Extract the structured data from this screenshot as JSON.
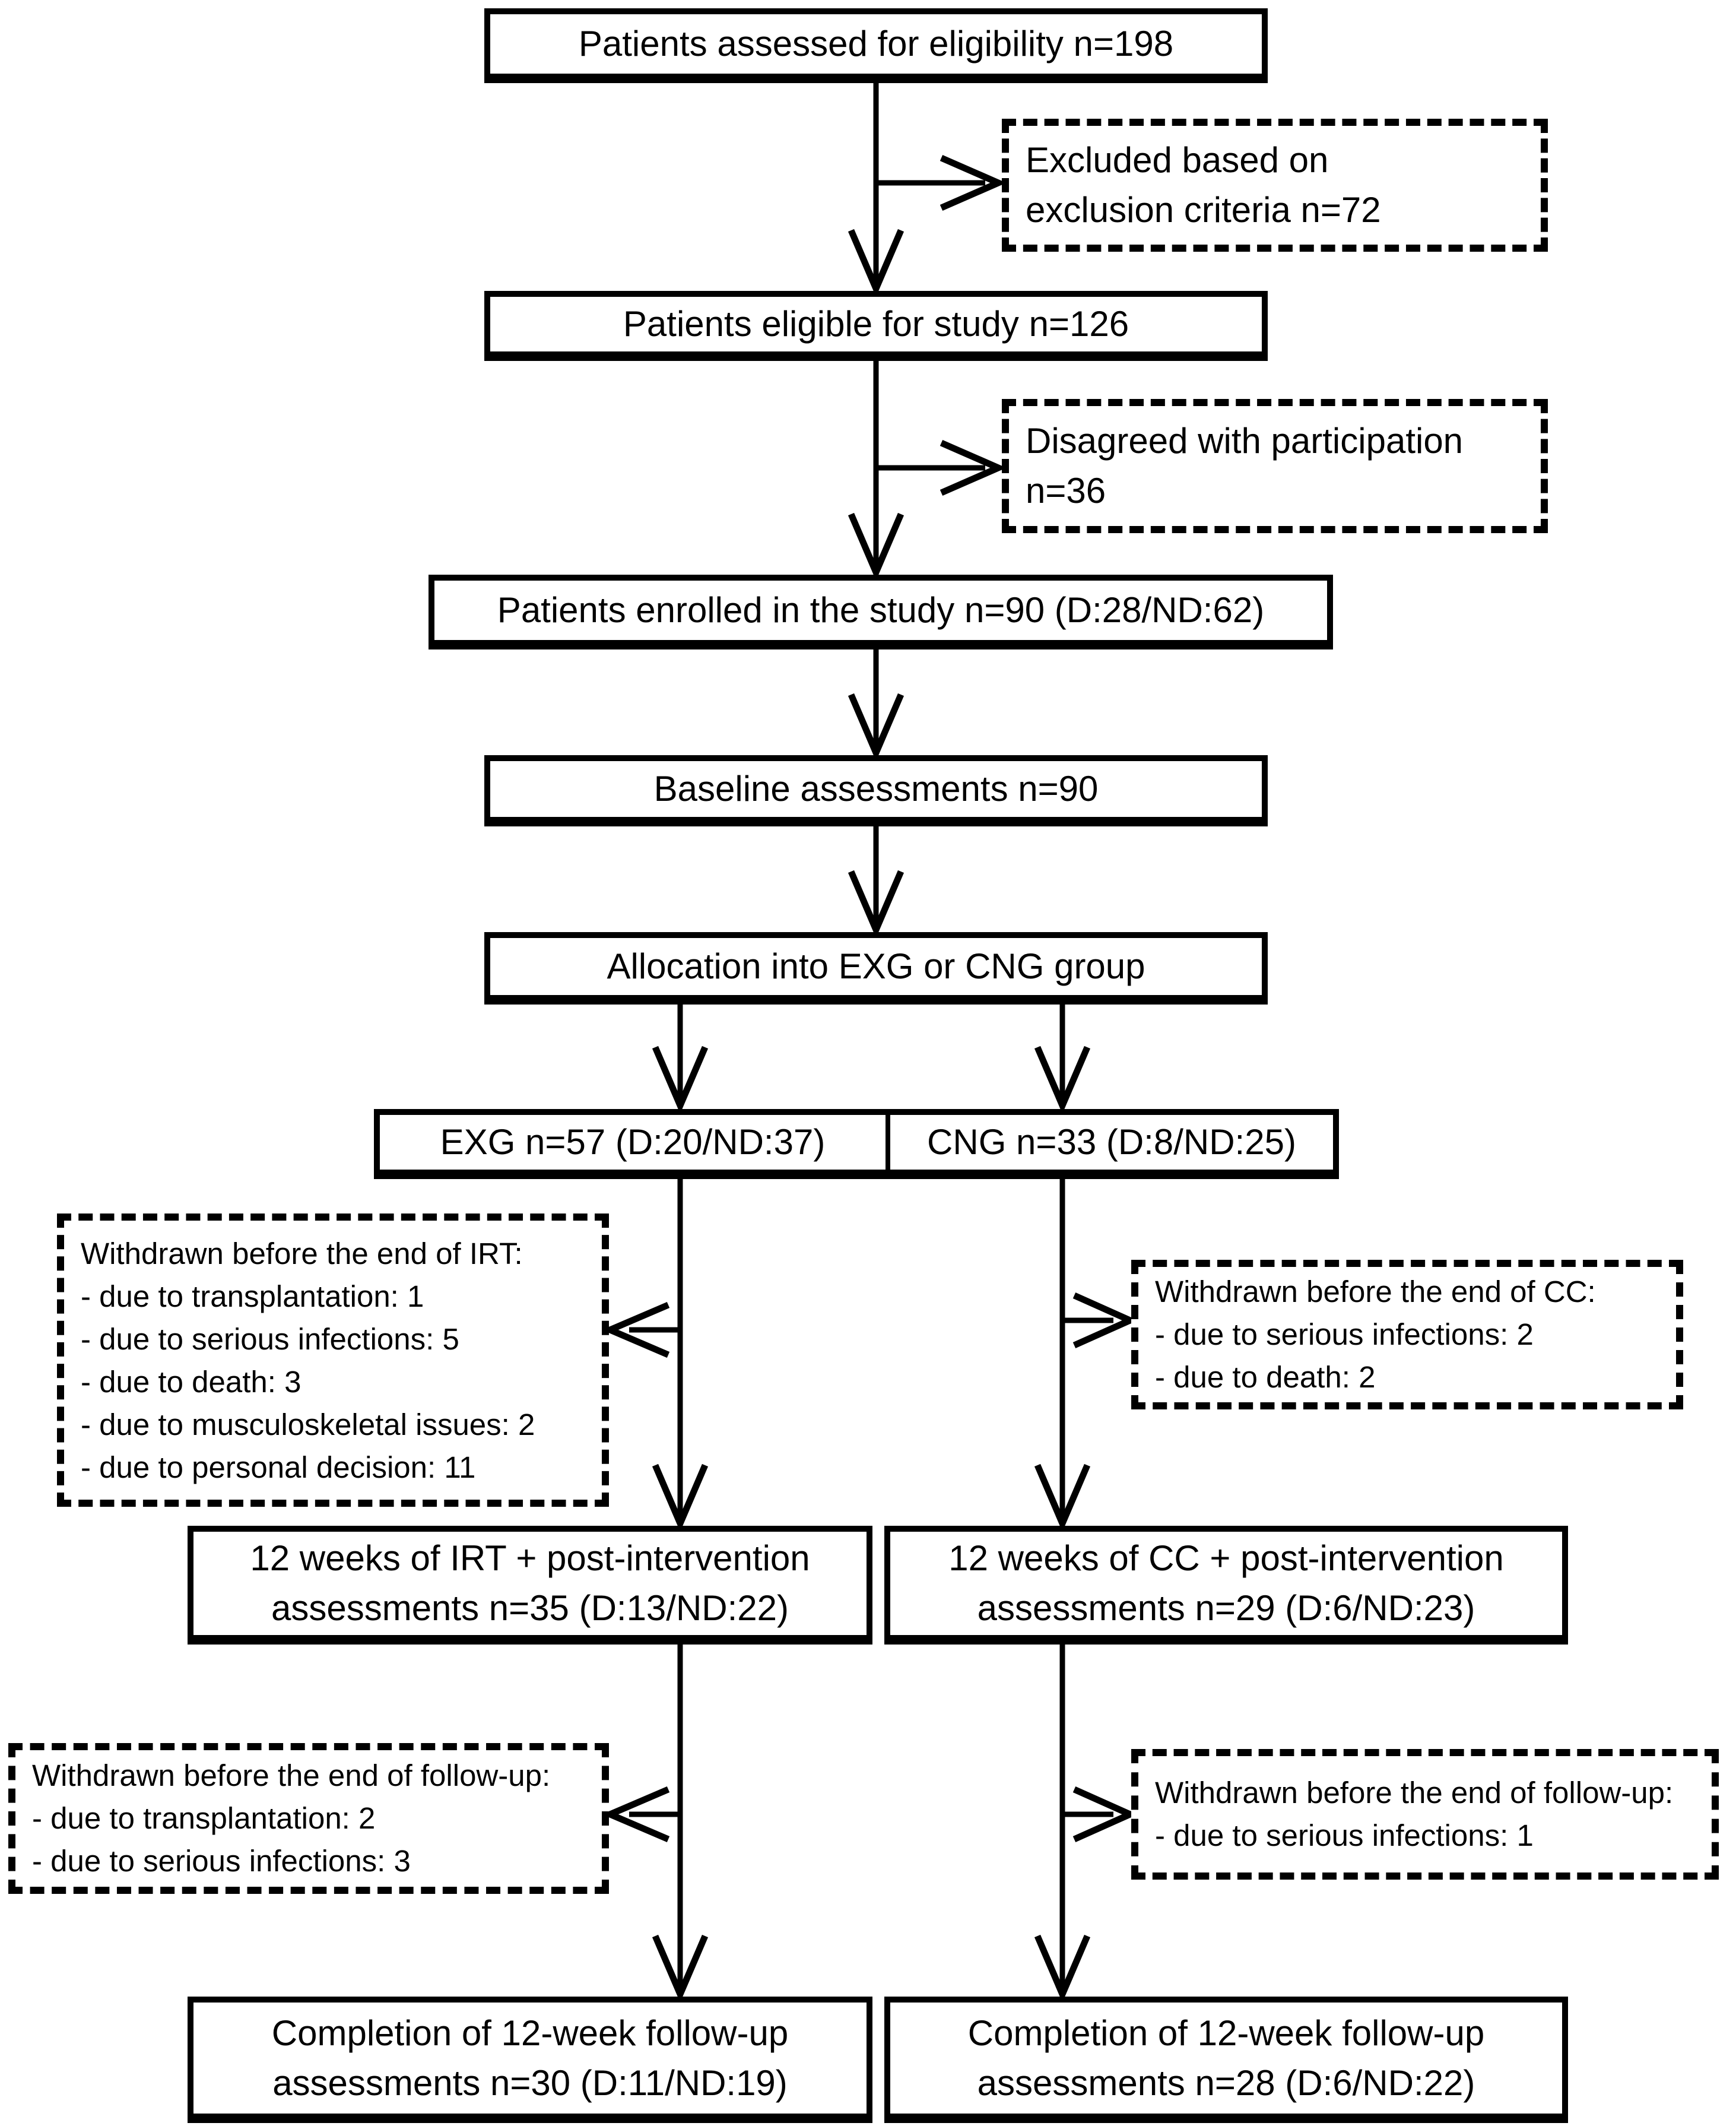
{
  "colors": {
    "background": "#ffffff",
    "line": "#000000",
    "text": "#000000"
  },
  "nodes": {
    "assessed": {
      "text": "Patients assessed for eligibility n=198"
    },
    "excluded": {
      "lines": [
        "Excluded based on",
        "exclusion criteria n=72"
      ]
    },
    "eligible": {
      "text": "Patients eligible for study n=126"
    },
    "disagreed": {
      "lines": [
        "Disagreed with participation",
        "n=36"
      ]
    },
    "enrolled": {
      "text": "Patients enrolled in the study n=90 (D:28/ND:62)"
    },
    "baseline": {
      "text": "Baseline assessments n=90"
    },
    "allocation": {
      "text": "Allocation into EXG or CNG group"
    },
    "exg": {
      "text": "EXG n=57 (D:20/ND:37)"
    },
    "cng": {
      "text": "CNG n=33 (D:8/ND:25)"
    },
    "withdrawn_irt": {
      "lines": [
        "Withdrawn before the end of IRT:",
        "- due to transplantation: 1",
        "- due to serious infections: 5",
        "- due to death: 3",
        "- due to musculoskeletal issues: 2",
        "- due to personal decision: 11"
      ]
    },
    "withdrawn_cc": {
      "lines": [
        "Withdrawn before the end of CC:",
        "- due to serious infections: 2",
        "- due to death: 2"
      ]
    },
    "irt_12w": {
      "lines": [
        "12 weeks of IRT + post-intervention",
        "assessments n=35 (D:13/ND:22)"
      ]
    },
    "cc_12w": {
      "lines": [
        "12 weeks of CC + post-intervention",
        "assessments n=29 (D:6/ND:23)"
      ]
    },
    "withdrawn_fu_exg": {
      "lines": [
        "Withdrawn before the end of follow-up:",
        "- due to transplantation: 2",
        "- due to serious infections: 3"
      ]
    },
    "withdrawn_fu_cng": {
      "lines": [
        "Withdrawn before the end of follow-up:",
        "- due to serious infections: 1"
      ]
    },
    "completion_exg": {
      "lines": [
        "Completion of 12-week follow-up",
        "assessments n=30 (D:11/ND:19)"
      ]
    },
    "completion_cng": {
      "lines": [
        "Completion of 12-week follow-up",
        "assessments n=28 (D:6/ND:22)"
      ]
    }
  }
}
